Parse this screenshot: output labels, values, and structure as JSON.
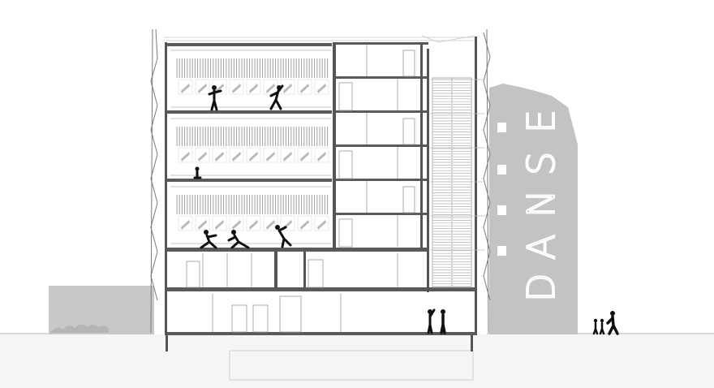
{
  "facade_sign": {
    "text": "DANSE",
    "letters": [
      "D",
      "A",
      "N",
      "S",
      "E"
    ]
  },
  "colors": {
    "background": "#ffffff",
    "wall": "#555555",
    "slab": "#5a5a5a",
    "neighbor_building": "#c3c3c3",
    "low_building": "#c8c8c8",
    "ground": "#f4f4f4",
    "figure": "#111111",
    "sign_letters": "#ffffff",
    "glass_line": "#d0d0d0"
  },
  "icons": {
    "dancer": "human-figure-silhouette",
    "pedestrian": "pedestrian-silhouette",
    "stair": "stair-hatching",
    "acoustic_panel": "diagonal-hatch-panel"
  }
}
